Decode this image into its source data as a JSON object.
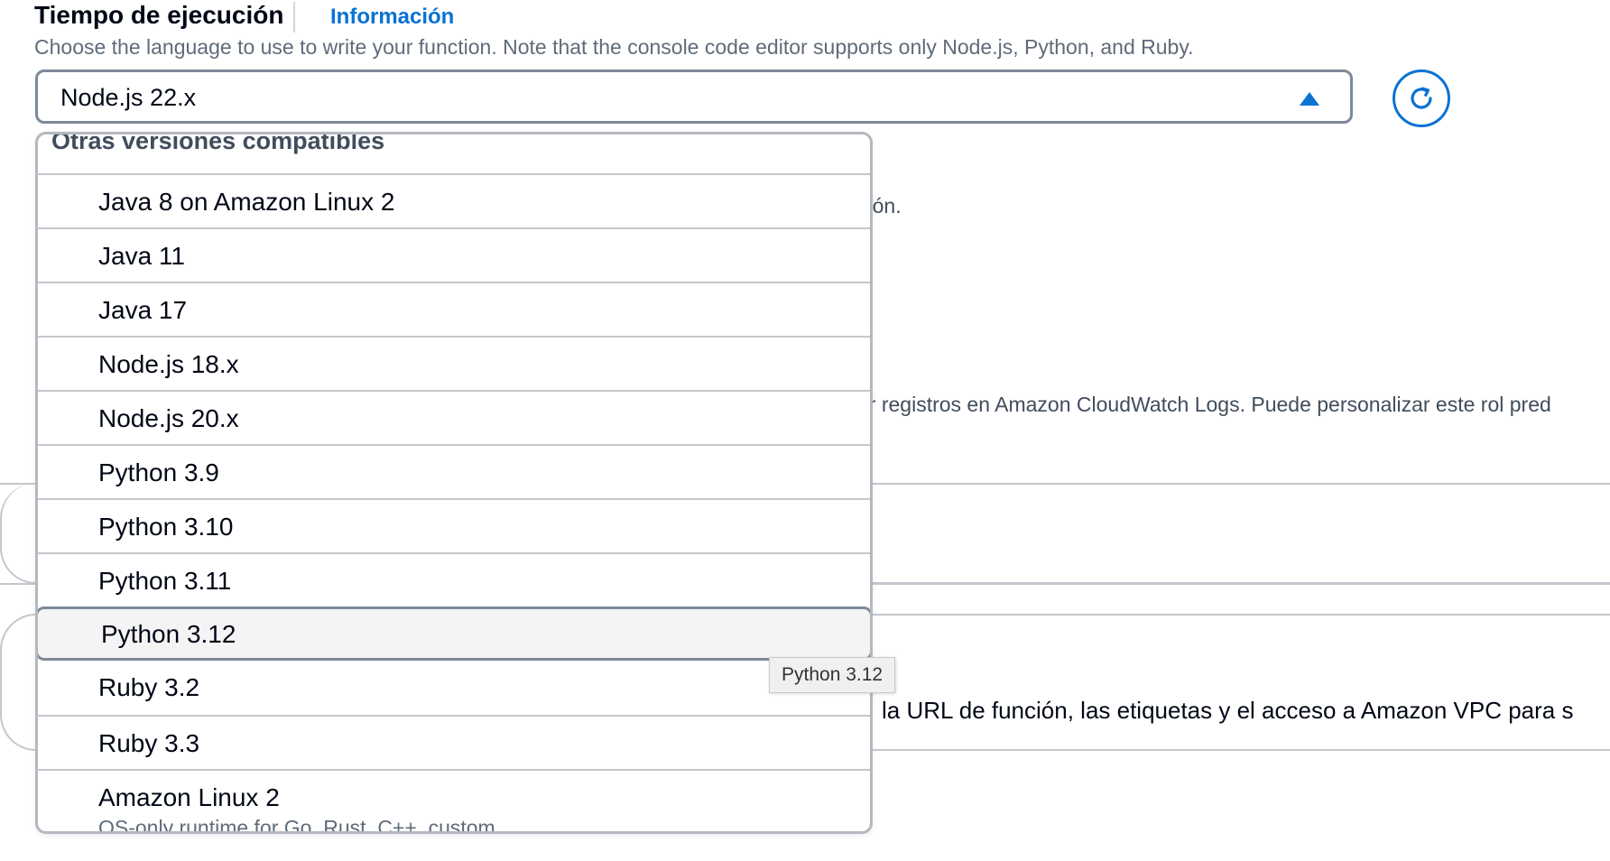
{
  "runtime_field": {
    "label": "Tiempo de ejecución",
    "info_link": "Información",
    "description": "Choose the language to use to write your function. Note that the console code editor supports only Node.js, Python, and Ruby.",
    "selected_value": "Node.js 22.x",
    "caret_icon": "caret-up-icon",
    "refresh_icon": "refresh-icon",
    "accent_color": "#0972d3"
  },
  "background": {
    "text_1": "ción.",
    "text_2": "ar registros en Amazon CloudWatch Logs. Puede personalizar este rol pred",
    "text_3": "la URL de función, las etiquetas y el acceso a Amazon VPC para s"
  },
  "dropdown": {
    "group_header": "Otras versiones compatibles",
    "options": [
      {
        "label": "Java 8 on Amazon Linux 2"
      },
      {
        "label": "Java 11"
      },
      {
        "label": "Java 17"
      },
      {
        "label": "Node.js 18.x"
      },
      {
        "label": "Node.js 20.x"
      },
      {
        "label": "Python 3.9"
      },
      {
        "label": "Python 3.10"
      },
      {
        "label": "Python 3.11"
      },
      {
        "label": "Python 3.12"
      },
      {
        "label": "Ruby 3.2"
      },
      {
        "label": "Ruby 3.3"
      },
      {
        "label": "Amazon Linux 2",
        "description": "OS-only runtime for Go, Rust, C++, custom"
      }
    ],
    "highlighted_index": 8
  },
  "tooltip": {
    "text": "Python 3.12"
  }
}
